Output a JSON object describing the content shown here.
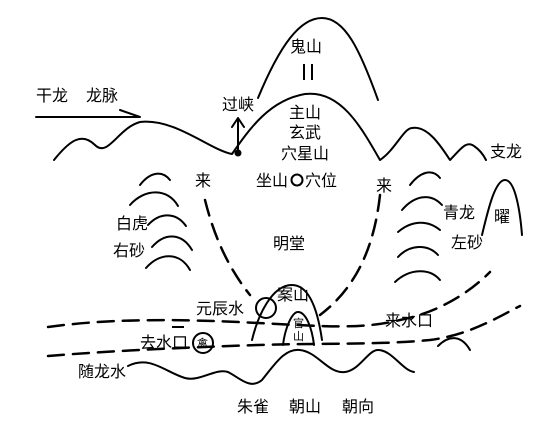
{
  "labels": {
    "gui_shan": "鬼山",
    "gan_long": "干龙",
    "long_mai": "龙脉",
    "guo_xia": "过峡",
    "zhu_shan": "主山",
    "xuan_wu": "玄武",
    "xue_xing_shan": "穴星山",
    "zhi_long": "支龙",
    "lai_left": "来",
    "lai_right": "来",
    "zuo_shan": "坐山",
    "xue_wei": "穴位",
    "qing_long": "青龙",
    "yao": "曜",
    "bai_hu": "白虎",
    "you_sha": "右砂",
    "ming_tang": "明堂",
    "zuo_sha": "左砂",
    "an_shan": "案山",
    "yuan_chen_shui": "元辰水",
    "guan": "官",
    "shan_small": "山",
    "lai_shui_kou": "来水口",
    "qu_shui_kou": "去水口",
    "qin": "禽",
    "sui_long_shui": "随龙水",
    "zhu_que": "朱雀",
    "chao_shan": "朝山",
    "chao_xiang": "朝向"
  }
}
